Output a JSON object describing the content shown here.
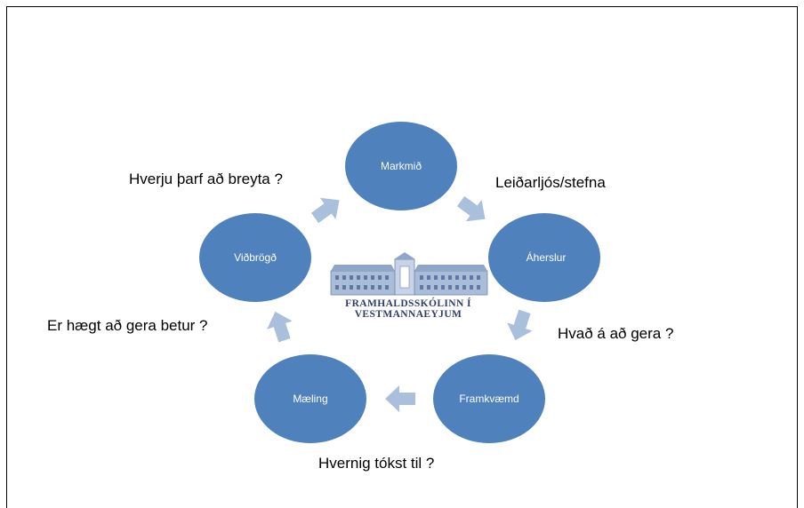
{
  "nodes": {
    "markmid": "Markmið",
    "aherslur": "Áherslur",
    "framkvaemd": "Framkvæmd",
    "maeling": "Mæling",
    "vidbrogd": "Viðbrögð"
  },
  "annotations": {
    "leidarljos": "Leiðarljós/stefna",
    "hvad_a_ad_gera": "Hvað á að gera ?",
    "hvernig_tokst": "Hvernig tókst til ?",
    "er_haegt": "Er hægt að gera betur ?",
    "hverju_tharf": "Hverju þarf að breyta ?"
  },
  "logo": {
    "line1": "FRAMHALDSSKÓLINN Í",
    "line2": "VESTMANNAEYJUM"
  },
  "colors": {
    "node_fill": "#4f81bd",
    "arrow_fill": "#a9bfdc",
    "logo_building": "#8fa6c8",
    "logo_text": "#2e3e6a"
  }
}
